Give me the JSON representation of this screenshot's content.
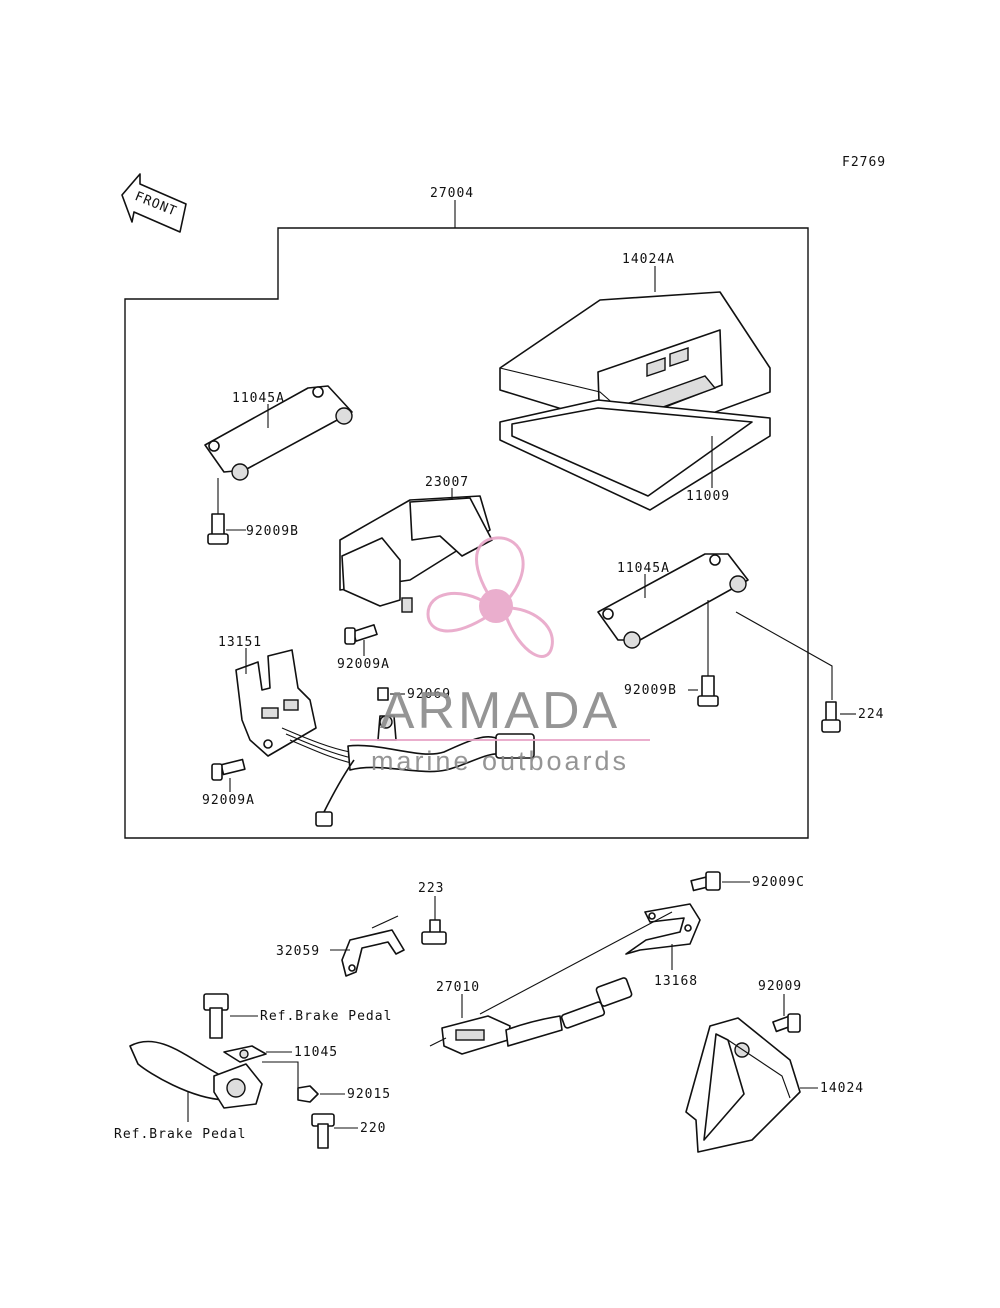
{
  "figure_code": "F2769",
  "front_label": "FRONT",
  "watermark": {
    "brand": "ARMADA",
    "tagline": "marine outboards",
    "color": "#e8a6c8",
    "text_color": "#8a8a8a"
  },
  "parts": {
    "p27004": "27004",
    "p14024A": "14024A",
    "p11045A_left": "11045A",
    "p11009": "11009",
    "p23007": "23007",
    "p92009B_left": "92009B",
    "p11045A_right": "11045A",
    "p13151": "13151",
    "p92009A_mid": "92009A",
    "p92069": "92069",
    "p92009B_right": "92009B",
    "p224": "224",
    "p92009A_low": "92009A",
    "p223": "223",
    "p92009C": "92009C",
    "p32059": "32059",
    "p13168": "13168",
    "p27010": "27010",
    "p92009": "92009",
    "ref_brake_1": "Ref.Brake Pedal",
    "p11045": "11045",
    "p92015": "92015",
    "p14024": "14024",
    "p220": "220",
    "ref_brake_2": "Ref.Brake Pedal"
  }
}
